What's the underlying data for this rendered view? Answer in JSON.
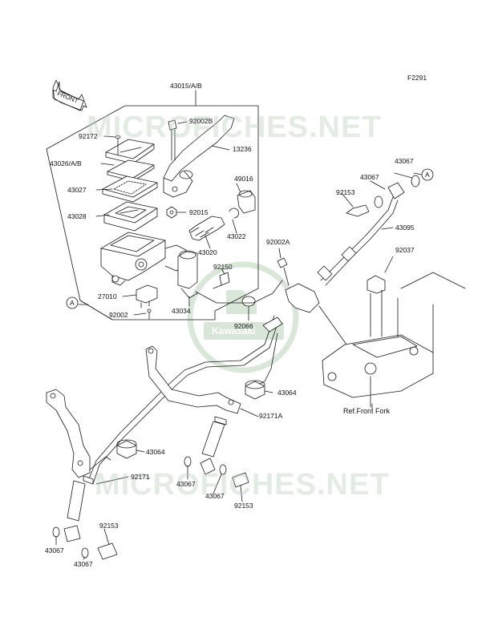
{
  "figure_id": "F2291",
  "watermark": {
    "text": "MICROFICHES.NET",
    "logo_text": "Kawasaki"
  },
  "front_arrow": {
    "text": "FRONT"
  },
  "reference_label": "Ref.Front Fork",
  "callouts": {
    "c43015": "43015/A/B",
    "c92172": "92172",
    "c92002b": "92002B",
    "c13236": "13236",
    "c43026": "43026/A/B",
    "c43027": "43027",
    "c43028": "43028",
    "c92015": "92015",
    "c49016": "49016",
    "c43022": "43022",
    "c43020": "43020",
    "c92150": "92150",
    "c27010": "27010",
    "c43034": "43034",
    "c92002": "92002",
    "c92066": "92066",
    "c92002a": "92002A",
    "c43067_top1": "43067",
    "c43067_top2": "43067",
    "c92153_top": "92153",
    "c43095": "43095",
    "c92037": "92037",
    "c43064_r": "43064",
    "c92171a": "92171A",
    "c43064_l": "43064",
    "c92171": "92171",
    "c43067_m1": "43067",
    "c43067_m2": "43067",
    "c92153_m": "92153",
    "c92153_b": "92153",
    "c43067_b1": "43067",
    "c43067_b2": "43067"
  },
  "circle_markers": {
    "a_left": "A",
    "a_right": "A"
  },
  "colors": {
    "line": "#1a1a1a",
    "watermark": "#b5ccb5"
  }
}
